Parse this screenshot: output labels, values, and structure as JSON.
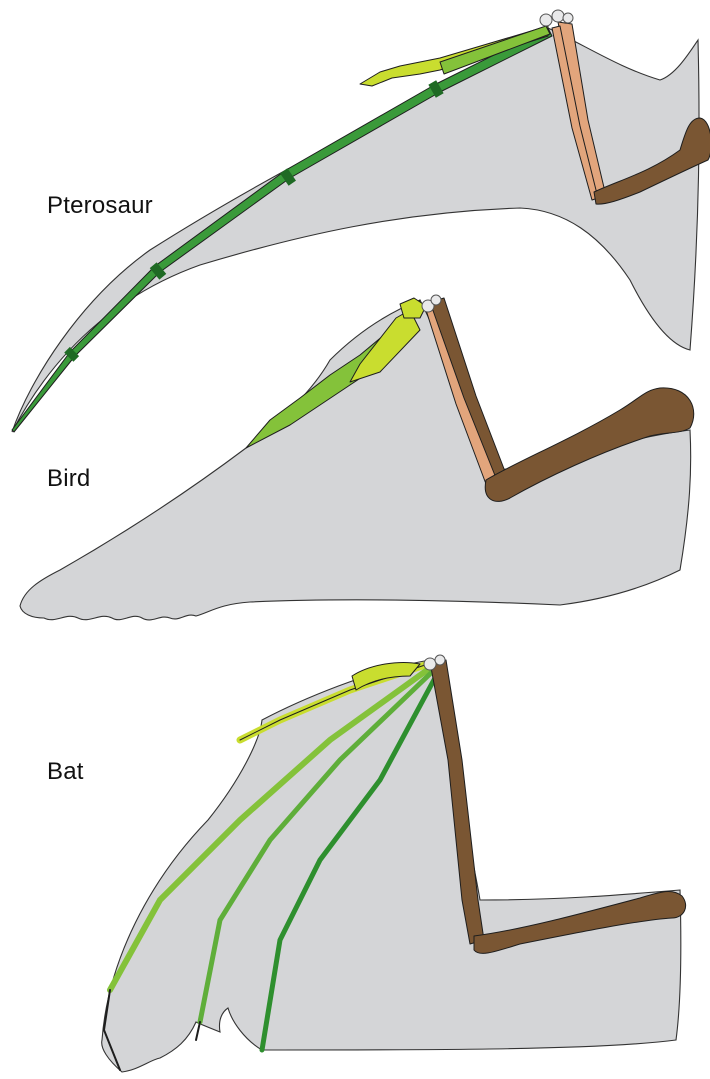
{
  "labels": {
    "pterosaur": "Pterosaur",
    "bird": "Bird",
    "bat": "Bat"
  },
  "colors": {
    "membrane": "#d4d5d7",
    "humerus": "#7a5633",
    "radius_ulna": "#e2a57c",
    "carpals": "#e9e9ea",
    "digits_light": "#c9dd2f",
    "digits_mid": "#84c23a",
    "digits_dark": "#2e8f2e",
    "wing_finger": "#3a9a3a"
  },
  "icons": {
    "pterosaur": "pterosaur-wing-icon",
    "bird": "bird-wing-icon",
    "bat": "bat-wing-icon"
  }
}
